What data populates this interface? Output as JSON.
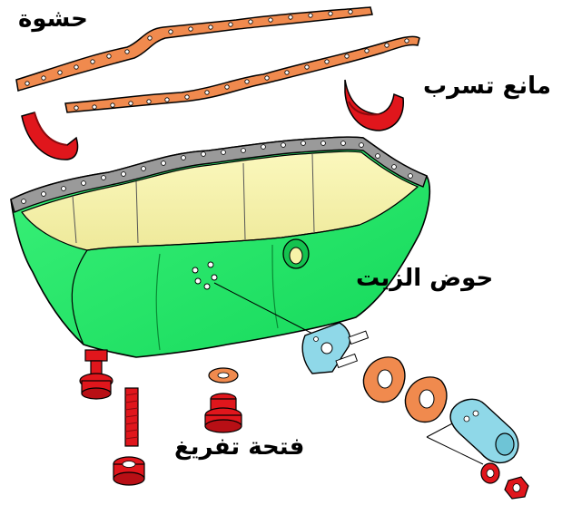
{
  "labels": {
    "gasket": "حشوة",
    "seal": "مانع تسرب",
    "oil_pan": "حوض الزيت",
    "drain_plug": "فتحة تفريغ"
  },
  "colors": {
    "pan_body": "#22ee66",
    "pan_interior": "#f7f3a8",
    "pan_rim": "#9a9a9a",
    "gasket": "#f08a4e",
    "seal": "#e0161c",
    "bolt": "#d8121a",
    "fitting": "#8fd8e8",
    "outline": "#000000"
  },
  "icons": [
    "oil-pan-diagram",
    "gasket-strip",
    "rubber-seal",
    "drain-bolt",
    "washer",
    "oil-pickup-fitting"
  ]
}
